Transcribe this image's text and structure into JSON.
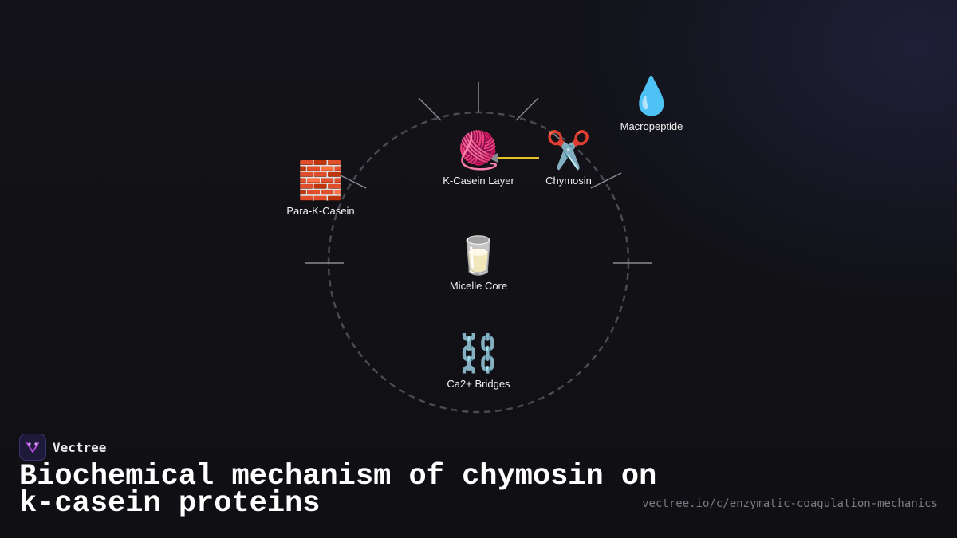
{
  "diagram": {
    "nodes": {
      "macropeptide": {
        "icon": "droplet-icon",
        "glyph": "💧",
        "label": "Macropeptide"
      },
      "k_casein_layer": {
        "icon": "yarn-icon",
        "glyph": "🧶",
        "label": "K-Casein Layer"
      },
      "chymosin": {
        "icon": "scissors-icon",
        "glyph": "✂️",
        "label": "Chymosin"
      },
      "para_k_casein": {
        "icon": "brick-icon",
        "glyph": "🧱",
        "label": "Para-K-Casein"
      },
      "micelle_core": {
        "icon": "milk-glass-icon",
        "glyph": "🥛",
        "label": "Micelle Core"
      },
      "ca_bridges": {
        "icon": "chain-icon",
        "glyph": "⛓️",
        "label": "Ca2+ Bridges"
      }
    },
    "colors": {
      "ring": "#4a4a52",
      "tick": "#8a8a92",
      "cleavage_arrow": "#e8c02a"
    }
  },
  "brand": {
    "name": "Vectree",
    "logo_icon": "vectree-logo-icon"
  },
  "title": "Biochemical mechanism of chymosin on k-casein proteins",
  "url": "vectree.io/c/enzymatic-coagulation-mechanics"
}
